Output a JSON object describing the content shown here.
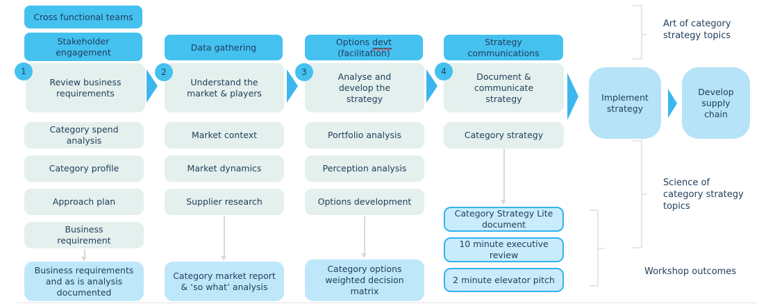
{
  "diagram": {
    "columns": [
      {
        "headers": [
          "Cross functional teams",
          "Stakeholder engagement"
        ],
        "step": {
          "number": "1",
          "label": "Review business requirements"
        },
        "items": [
          "Category spend analysis",
          "Category profile",
          "Approach plan",
          "Business requirement"
        ],
        "outcome": "Business requirements and as is analysis documented"
      },
      {
        "headers": [
          "Data gathering"
        ],
        "step": {
          "number": "2",
          "label": "Understand the market & players"
        },
        "items": [
          "Market context",
          "Market dynamics",
          "Supplier research"
        ],
        "outcome": "Category market report & ‘so what’ analysis"
      },
      {
        "header_rich": {
          "pre": "Options ",
          "underlined": "devt",
          "line2": "(facilitation)"
        },
        "step": {
          "number": "3",
          "label": "Analyse and develop the strategy"
        },
        "items": [
          "Portfolio analysis",
          "Perception analysis",
          "Options development"
        ],
        "outcome": "Category options weighted decision matrix"
      },
      {
        "headers": [
          "Strategy communications"
        ],
        "step": {
          "number": "4",
          "label": "Document & communicate strategy"
        },
        "items": [
          "Category strategy"
        ],
        "outputs": [
          "Category Strategy Lite document",
          "10 minute executive review",
          "2 minute elevator pitch"
        ]
      }
    ],
    "end_boxes": [
      "Implement strategy",
      "Develop supply chain"
    ],
    "labels": {
      "art": "Art of category strategy topics",
      "science": "Science of category strategy topics",
      "workshop": "Workshop outcomes"
    },
    "colors": {
      "header_blue": "#45c1f0",
      "arrow_blue": "#3db6ee",
      "pale_teal": "#e4f0ed",
      "pale_blue": "#bfe7fa",
      "outline_border": "#33b1ee",
      "outline_fill": "#c9ecfc",
      "end_box_blue": "#b6e3f8",
      "text_dark": "#1e3c5a",
      "connector_gray": "#d9d9d9",
      "spellcheck_red": "#d04040"
    }
  }
}
